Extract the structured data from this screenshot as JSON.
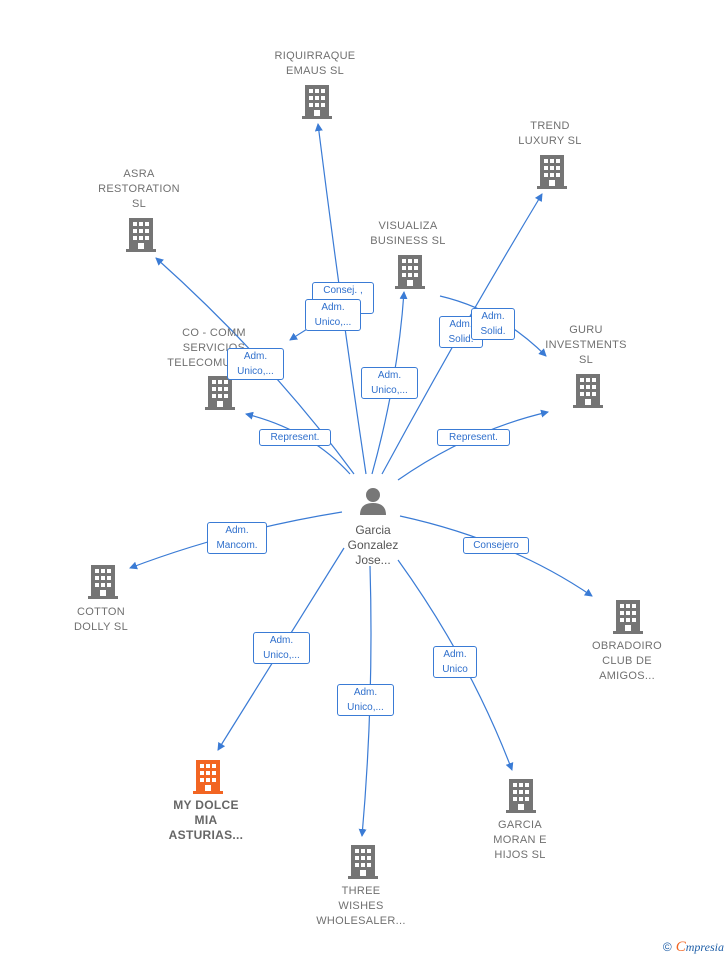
{
  "colors": {
    "edge": "#3a7bd5",
    "building": "#757575",
    "building_highlight": "#f26522"
  },
  "person": {
    "name": "Garcia\nGonzalez\nJose...",
    "icon": "person-icon"
  },
  "companies": [
    {
      "id": "riquirraque",
      "label": "RIQUIRRAQUE\nEMAUS  SL",
      "icon": "building-icon",
      "highlight": false
    },
    {
      "id": "trend",
      "label": "TREND\nLUXURY  SL",
      "icon": "building-icon",
      "highlight": false
    },
    {
      "id": "asra",
      "label": "ASRA\nRESTORATION\nSL",
      "icon": "building-icon",
      "highlight": false
    },
    {
      "id": "visualiza",
      "label": "VISUALIZA\nBUSINESS  SL",
      "icon": "building-icon",
      "highlight": false
    },
    {
      "id": "guru",
      "label": "GURU\nINVESTMENTS\nSL",
      "icon": "building-icon",
      "highlight": false
    },
    {
      "id": "cocomm",
      "label": "CO -  COMM\nSERVICIOS\nTELECOMUNIC...",
      "icon": "building-icon",
      "highlight": false
    },
    {
      "id": "cotton",
      "label": "COTTON\nDOLLY  SL",
      "icon": "building-icon",
      "highlight": false
    },
    {
      "id": "obradoiro",
      "label": "OBRADOIRO\nCLUB DE\nAMIGOS...",
      "icon": "building-icon",
      "highlight": false
    },
    {
      "id": "dolce",
      "label": "MY DOLCE\nMIA\nASTURIAS...",
      "icon": "building-icon",
      "highlight": true
    },
    {
      "id": "three",
      "label": "THREE\nWISHES\nWHOLESALER...",
      "icon": "building-icon",
      "highlight": false
    },
    {
      "id": "garcia",
      "label": "GARCIA\nMORAN E\nHIJOS  SL",
      "icon": "building-icon",
      "highlight": false
    }
  ],
  "relations": [
    {
      "id": "r1",
      "label": "Consej. ,\n..."
    },
    {
      "id": "r2",
      "label": "Adm.\nUnico,..."
    },
    {
      "id": "r3",
      "label": "Adm.\nUnico,..."
    },
    {
      "id": "r4",
      "label": "Adm.\nUnico,..."
    },
    {
      "id": "r5",
      "label": "Adm.\nSolid."
    },
    {
      "id": "r6",
      "label": "Adm.\nSolid."
    },
    {
      "id": "r7",
      "label": "Represent."
    },
    {
      "id": "r8",
      "label": "Represent."
    },
    {
      "id": "r9",
      "label": "Adm.\nMancom."
    },
    {
      "id": "r10",
      "label": "Consejero"
    },
    {
      "id": "r11",
      "label": "Adm.\nUnico,..."
    },
    {
      "id": "r12",
      "label": "Adm.\nUnico,..."
    },
    {
      "id": "r13",
      "label": "Adm.\nUnico"
    }
  ],
  "footer": {
    "copyright": "©",
    "brand_first": "C",
    "brand_rest": "mpresia"
  }
}
